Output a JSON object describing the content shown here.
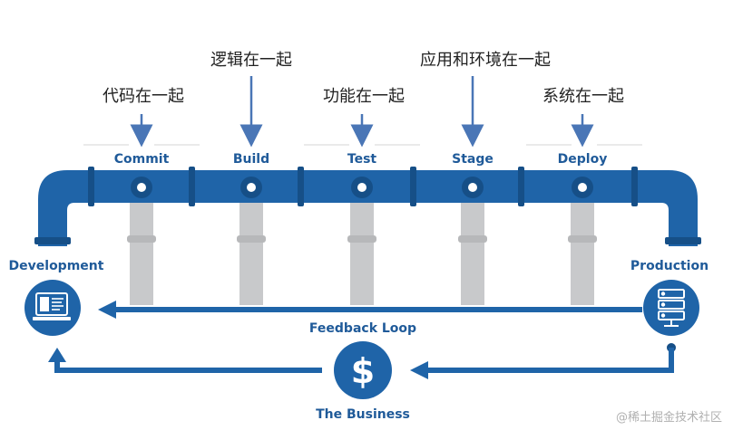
{
  "annotations": [
    {
      "text": "代码在一起"
    },
    {
      "text": "逻辑在一起"
    },
    {
      "text": "功能在一起"
    },
    {
      "text": "应用和环境在一起"
    },
    {
      "text": "系统在一起"
    }
  ],
  "stages": [
    {
      "label": "Commit"
    },
    {
      "label": "Build"
    },
    {
      "label": "Test"
    },
    {
      "label": "Stage"
    },
    {
      "label": "Deploy"
    }
  ],
  "ends": {
    "left": {
      "label": "Development"
    },
    "right": {
      "label": "Production"
    }
  },
  "feedback": {
    "label": "Feedback Loop"
  },
  "business": {
    "label": "The Business",
    "symbol": "$"
  },
  "watermark": {
    "text": "@稀土掘金技术社区"
  },
  "colors": {
    "pipe": "#1f64a8",
    "pipe_dark": "#164f87",
    "pillar": "#c8c9cb",
    "arrow": "#1f64a8",
    "annotation_arrow": "#4a76b6",
    "text_blue": "#1f5a99",
    "text_dark": "#222222"
  }
}
